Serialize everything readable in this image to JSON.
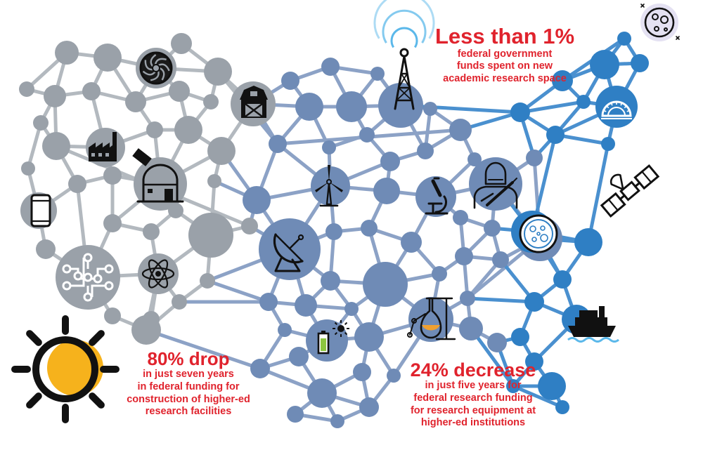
{
  "colors": {
    "gray_node": "#9aa1a9",
    "gray_edge": "#b3b9bf",
    "slate_node": "#6f8bb6",
    "slate_edge": "#8ca2c6",
    "blue_node": "#2f7fc4",
    "blue_edge": "#4a90cf",
    "accent_red": "#e0232d",
    "sun_yellow": "#f6b21c",
    "signal_blue": "#5bb8ea",
    "battery_green": "#8cc63f",
    "flask_orange": "#f0a030"
  },
  "icons": {
    "gray_region": [
      "turbine-fan-icon",
      "barn-icon",
      "factory-icon",
      "observatory-icon",
      "smartphone-icon",
      "circuit-network-icon",
      "atom-icon"
    ],
    "slate_region": [
      "wind-turbine-icon",
      "satellite-dish-icon",
      "microscope-icon",
      "battery-solar-icon",
      "radio-tower-icon",
      "welder-icon",
      "chemistry-flask-icon"
    ],
    "blue_region": [
      "moon-icon",
      "protractor-icon",
      "satellite-icon",
      "petri-dish-icon",
      "ship-icon"
    ],
    "free_standing": [
      "sun-icon"
    ]
  },
  "stats": {
    "top": {
      "headline": "Less than 1%",
      "lines": [
        "federal government",
        "funds spent on new",
        "academic research space"
      ]
    },
    "left": {
      "headline": "80% drop",
      "lines": [
        "in just seven years",
        "in federal funding for",
        "construction of higher-ed",
        "research facilities"
      ]
    },
    "right": {
      "headline": "24% decrease",
      "lines": [
        "in just five years for",
        "federal research funding",
        "for research equipment at",
        "higher-ed institutions"
      ]
    }
  }
}
